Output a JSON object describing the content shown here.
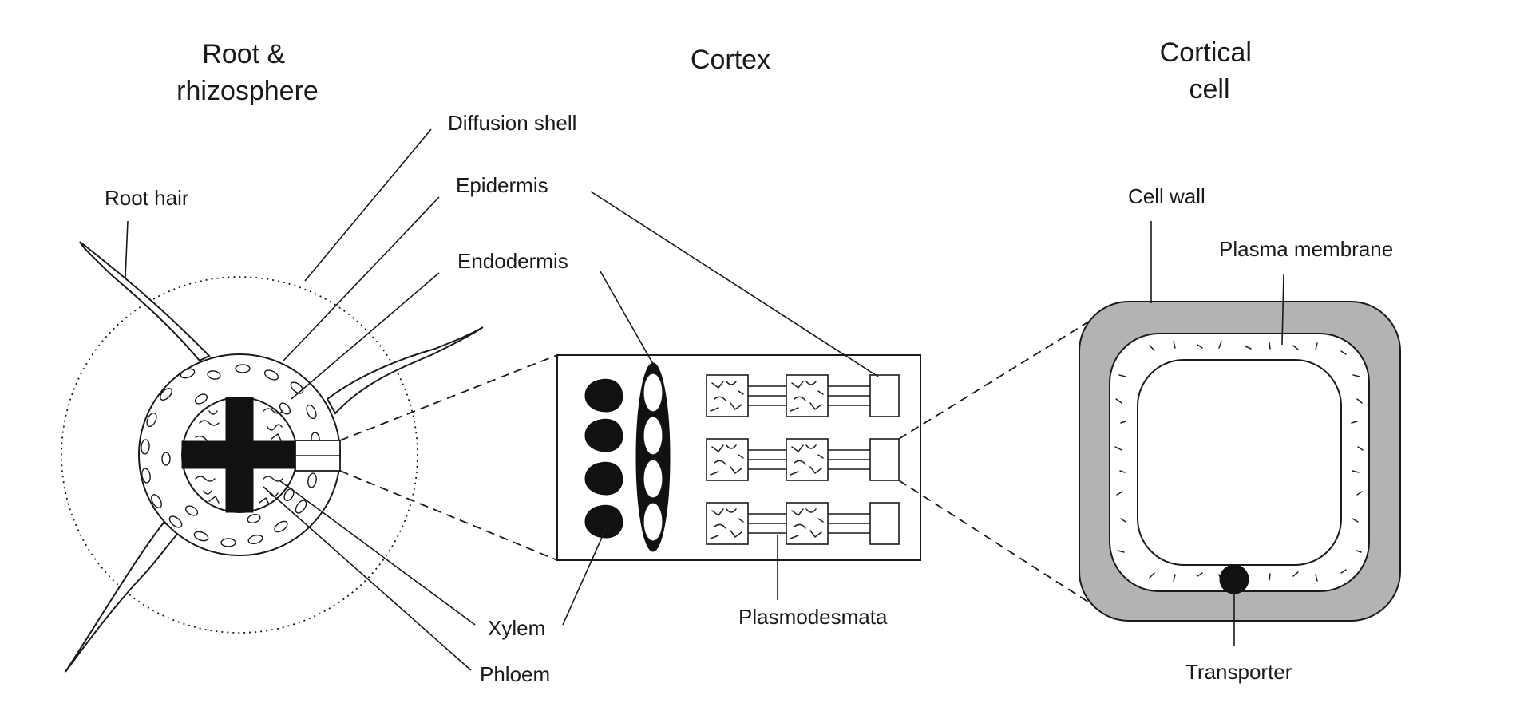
{
  "headings": {
    "root": "Root &\nrhizosphere",
    "cortex": "Cortex",
    "cell": "Cortical\ncell"
  },
  "labels": {
    "diffusion_shell": "Diffusion shell",
    "root_hair": "Root hair",
    "epidermis": "Epidermis",
    "endodermis": "Endodermis",
    "xylem": "Xylem",
    "phloem": "Phloem",
    "plasmodesmata": "Plasmodesmata",
    "cell_wall": "Cell wall",
    "plasma_membrane": "Plasma membrane",
    "transporter": "Transporter"
  },
  "colors": {
    "ink": "#1a1a1a",
    "cell_wall_fill": "#b3b3b3",
    "background": "#ffffff"
  }
}
